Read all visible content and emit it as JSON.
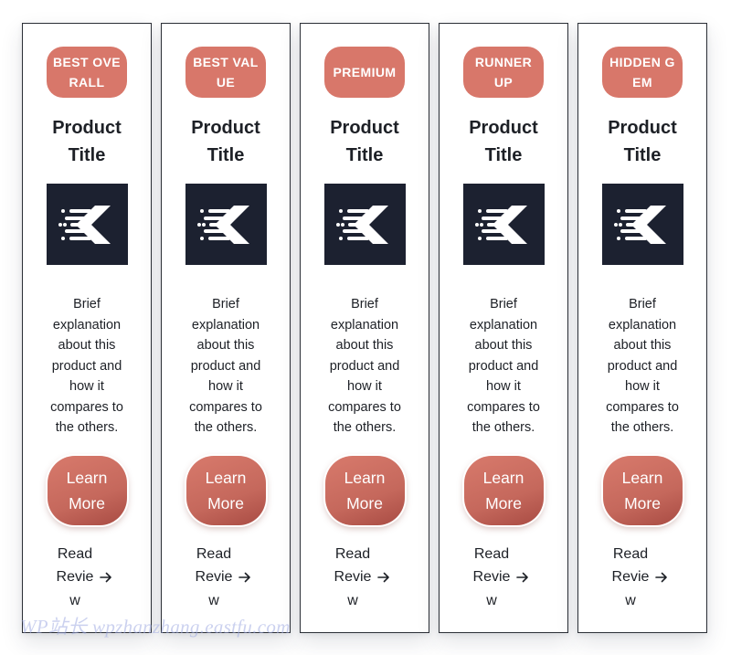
{
  "colors": {
    "badge": "#d8776a",
    "button": "#c5685c",
    "logo_bg": "#1c2130",
    "text": "#1d2026",
    "border": "#2b2f36"
  },
  "cards": [
    {
      "badge": "BEST OVERALL",
      "title": "Product Title",
      "logo_icon": "speed-k-logo-icon",
      "description": "Brief explanation about this product and how it compares to the others.",
      "button_label": "Learn More",
      "link_label": "Read Review",
      "link_icon": "arrow-right-icon"
    },
    {
      "badge": "BEST VALUE",
      "title": "Product Title",
      "logo_icon": "speed-k-logo-icon",
      "description": "Brief explanation about this product and how it compares to the others.",
      "button_label": "Learn More",
      "link_label": "Read Review",
      "link_icon": "arrow-right-icon"
    },
    {
      "badge": "PREMIUM",
      "title": "Product Title",
      "logo_icon": "speed-k-logo-icon",
      "description": "Brief explanation about this product and how it compares to the others.",
      "button_label": "Learn More",
      "link_label": "Read Review",
      "link_icon": "arrow-right-icon"
    },
    {
      "badge": "RUNNER UP",
      "title": "Product Title",
      "logo_icon": "speed-k-logo-icon",
      "description": "Brief explanation about this product and how it compares to the others.",
      "button_label": "Learn More",
      "link_label": "Read Review",
      "link_icon": "arrow-right-icon"
    },
    {
      "badge": "HIDDEN GEM",
      "title": "Product Title",
      "logo_icon": "speed-k-logo-icon",
      "description": "Brief explanation about this product and how it compares to the others.",
      "button_label": "Learn More",
      "link_label": "Read Review",
      "link_icon": "arrow-right-icon"
    }
  ],
  "watermark": "WP站长 wpzhanzhang.eastfu.com"
}
